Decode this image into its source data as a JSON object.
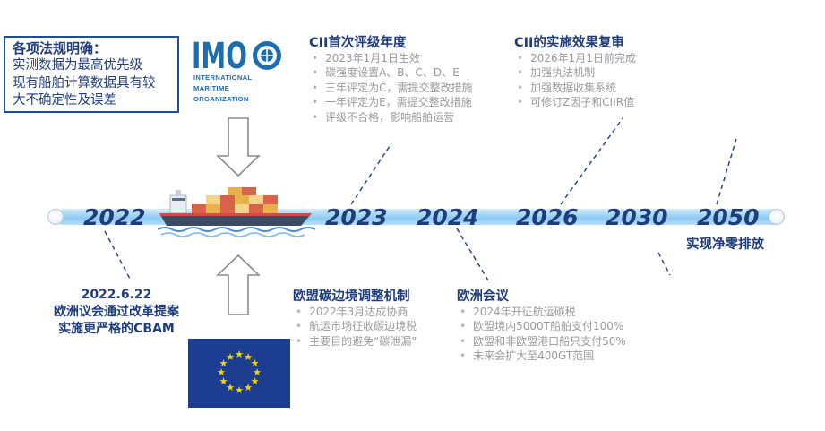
{
  "note": {
    "title": "各项法规明确：",
    "lines": [
      "实测数据为最高优先级",
      "现有船舶计算数据具有较",
      "大不确定性及误差"
    ]
  },
  "imo_logo": {
    "mark": "IMO",
    "lines": [
      "INTERNATIONAL",
      "MARITIME",
      "ORGANIZATION"
    ]
  },
  "years": [
    "2022",
    "2023",
    "2024",
    "2026",
    "2030",
    "2050"
  ],
  "cii_first": {
    "title": "CII首次评级年度",
    "bullets": [
      "2023年1月1日生效",
      "碳强度设置A、B、C、D、E",
      "三年评定为C，需提交整改措施",
      "一年评定为E，需提交整改措施",
      "评级不合格，影响船舶运营"
    ]
  },
  "cii_review": {
    "title": "CII的实施效果复审",
    "bullets": [
      "2026年1月1日前完成",
      "加强执法机制",
      "加强数据收集系统",
      "可修订Z因子和CIIR值"
    ]
  },
  "eu_cbam": {
    "title": "欧盟碳边境调整机制",
    "bullets": [
      "2022年3月达成协商",
      "航运市场征收碳边境税",
      "主要目的避免“碳泄漏”"
    ]
  },
  "eu_council": {
    "title": "欧洲会议",
    "bullets": [
      "2024年开征航运碳税",
      "欧盟境内5000T船舶支付100%",
      "欧盟和非欧盟港口船只支付50%",
      "未来会扩大至400GT范围"
    ]
  },
  "net_zero": "实现净零排放",
  "parliament": {
    "date": "2022.6.22",
    "line1": "欧洲议会通过改革提案",
    "line2": "实施更严格的CBAM"
  },
  "colors": {
    "navy": "#1f3d7a",
    "imo_blue": "#1b6fb0",
    "eu_blue": "#1c3d90",
    "eu_star": "#f5d300",
    "timeline": "#8ccaf2"
  }
}
